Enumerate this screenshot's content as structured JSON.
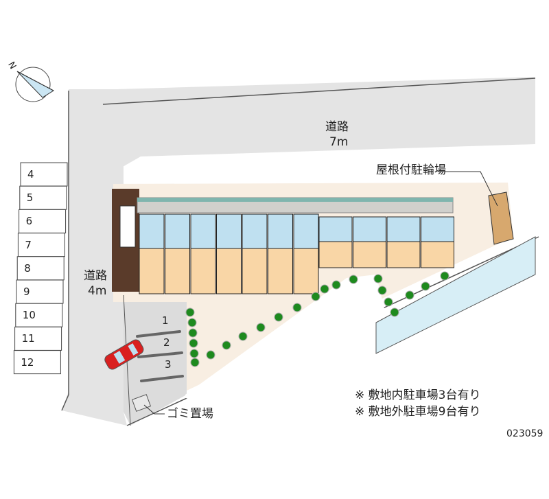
{
  "labels": {
    "road_top_name": "道路",
    "road_top_width": "7m",
    "road_left_name": "道路",
    "road_left_width": "4m",
    "bicycle_parking": "屋根付駐輪場",
    "garbage": "ゴミ置場",
    "note_onsite": "※ 敷地内駐車場3台有り",
    "note_offsite": "※ 敷地外駐車場9台有り",
    "property_id": "023059",
    "compass_north": "N"
  },
  "offsite_slots": [
    "4",
    "5",
    "6",
    "7",
    "8",
    "9",
    "10",
    "11",
    "12"
  ],
  "onsite_slots": [
    "1",
    "2",
    "3"
  ],
  "colors": {
    "road": "#e4e4e4",
    "site": "#f8eee2",
    "unit_room": "#f9d6a6",
    "unit_wet": "#bfe0f0",
    "water": "#d7eef6",
    "tree": "#1e8a1e",
    "car": "#d92020"
  }
}
